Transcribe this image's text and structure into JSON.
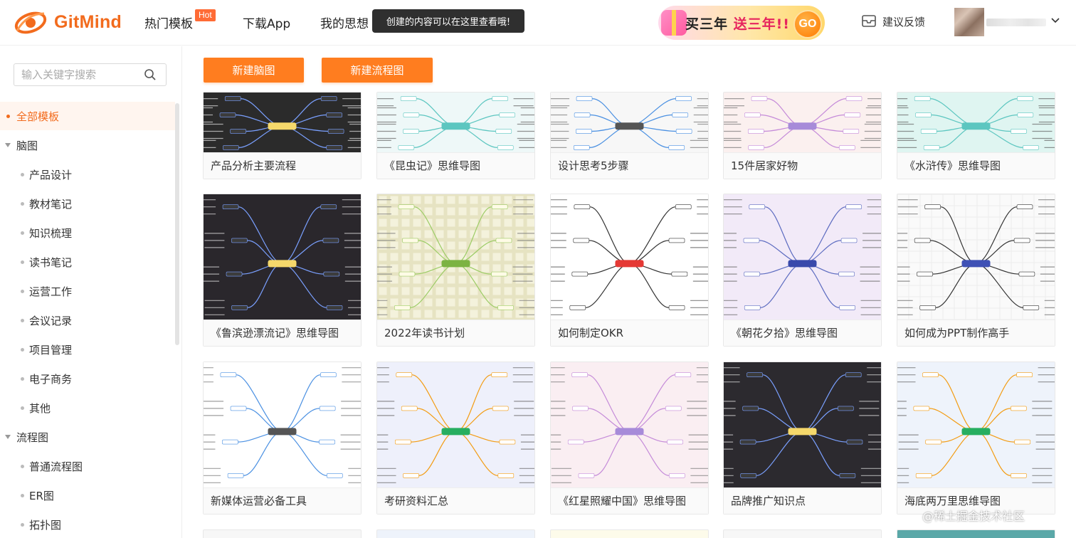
{
  "header": {
    "logo_text": "GitMind",
    "nav": [
      {
        "label": "热门模板"
      },
      {
        "label": "下载App"
      },
      {
        "label": "我的思想"
      }
    ],
    "hot_badge": "Hot",
    "tooltip": "创建的内容可以在这里查看哦!",
    "promo": {
      "part1": "买三年 ",
      "part2": "送三年!!",
      "go": "GO"
    },
    "feedback": "建议反馈"
  },
  "sidebar": {
    "search_placeholder": "输入关键字搜索",
    "items": [
      {
        "label": "全部模板",
        "level": 0,
        "active": true
      },
      {
        "label": "脑图",
        "level": 0,
        "group": true
      },
      {
        "label": "产品设计",
        "level": 1
      },
      {
        "label": "教材笔记",
        "level": 1
      },
      {
        "label": "知识梳理",
        "level": 1
      },
      {
        "label": "读书笔记",
        "level": 1
      },
      {
        "label": "运营工作",
        "level": 1
      },
      {
        "label": "会议记录",
        "level": 1
      },
      {
        "label": "项目管理",
        "level": 1
      },
      {
        "label": "电子商务",
        "level": 1
      },
      {
        "label": "其他",
        "level": 1
      },
      {
        "label": "流程图",
        "level": 0,
        "group": true
      },
      {
        "label": "普通流程图",
        "level": 1
      },
      {
        "label": "ER图",
        "level": 1
      },
      {
        "label": "拓扑图",
        "level": 1
      }
    ]
  },
  "main": {
    "new_mindmap": "新建脑图",
    "new_flowchart": "新建流程图",
    "cards": [
      {
        "title": "产品分析主要流程",
        "bg": "#2b2b2b",
        "theme": "dark"
      },
      {
        "title": "《昆虫记》思维导图",
        "bg": "#eef8f8",
        "theme": "teal"
      },
      {
        "title": "设计思考5步骤",
        "bg": "#f7f7f7",
        "theme": "light"
      },
      {
        "title": "15件居家好物",
        "bg": "#fbf0ef",
        "theme": "pink"
      },
      {
        "title": "《水浒传》思维导图",
        "bg": "#dff5f1",
        "theme": "teal"
      },
      {
        "title": "《鲁滨逊漂流记》思维导图",
        "bg": "#2a272c",
        "theme": "dark"
      },
      {
        "title": "2022年读书计划",
        "bg": "#f4f2dc",
        "theme": "grid"
      },
      {
        "title": "如何制定OKR",
        "bg": "#ffffff",
        "theme": "okr"
      },
      {
        "title": "《朝花夕拾》思维导图",
        "bg": "#f2eaf8",
        "theme": "lavender"
      },
      {
        "title": "如何成为PPT制作高手",
        "bg": "#fafafa",
        "theme": "gridwhite"
      },
      {
        "title": "新媒体运营必备工具",
        "bg": "#ffffff",
        "theme": "light"
      },
      {
        "title": "考研资料汇总",
        "bg": "#eef0fb",
        "theme": "blue"
      },
      {
        "title": "《红星照耀中国》思维导图",
        "bg": "#faeef2",
        "theme": "pink"
      },
      {
        "title": "品牌推广知识点",
        "bg": "#2c2a2f",
        "theme": "dark"
      },
      {
        "title": "海底两万里思维导图",
        "bg": "#eef3fb",
        "theme": "blue"
      }
    ]
  },
  "watermark": "@稀土掘金技术社区",
  "colors": {
    "accent": "#f26b1d",
    "button": "#ff7d1f",
    "hot": "#ff6b35"
  }
}
